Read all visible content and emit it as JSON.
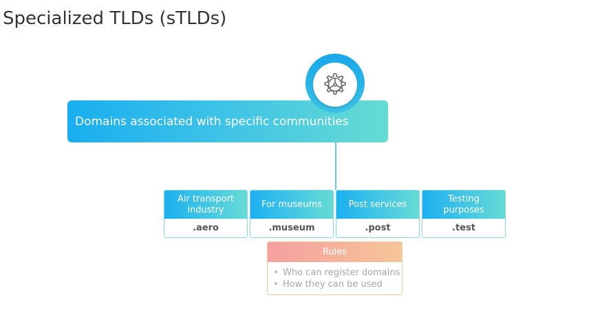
{
  "title": "Specialized TLDs (sTLDs)",
  "banner": {
    "text": "Domains associated with specific communities",
    "icon": "gear-icon"
  },
  "categories": [
    {
      "label": "Air transport industry",
      "tld": ".aero"
    },
    {
      "label": "For museums",
      "tld": ".museum"
    },
    {
      "label": "Post services",
      "tld": ".post"
    },
    {
      "label": "Testing purposes",
      "tld": ".test"
    }
  ],
  "rules": {
    "title": "Rules",
    "items": [
      "Who can register domains",
      "How they can be used"
    ]
  },
  "colors": {
    "accent_start": "#19aef0",
    "accent_end": "#66dbd3",
    "rules_start": "#f5a0a0",
    "rules_end": "#f5c69a"
  }
}
